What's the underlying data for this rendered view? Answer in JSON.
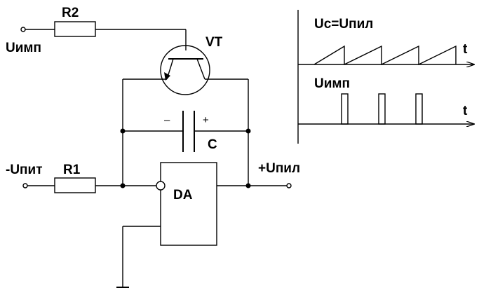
{
  "labels": {
    "r2": "R2",
    "u_imp_in": "Uимп",
    "vt": "VT",
    "cap_minus": "–",
    "cap_plus": "+",
    "c": "C",
    "u_pit": "-Uпит",
    "r1": "R1",
    "u_pil_out": "+Uпил",
    "da": "DA"
  },
  "timing": {
    "top_label": "Uc=Uпил",
    "bottom_label": "Uимп",
    "t_axis_top": "t",
    "t_axis_bottom": "t"
  },
  "colors": {
    "line": "#000000",
    "background": "#ffffff"
  }
}
